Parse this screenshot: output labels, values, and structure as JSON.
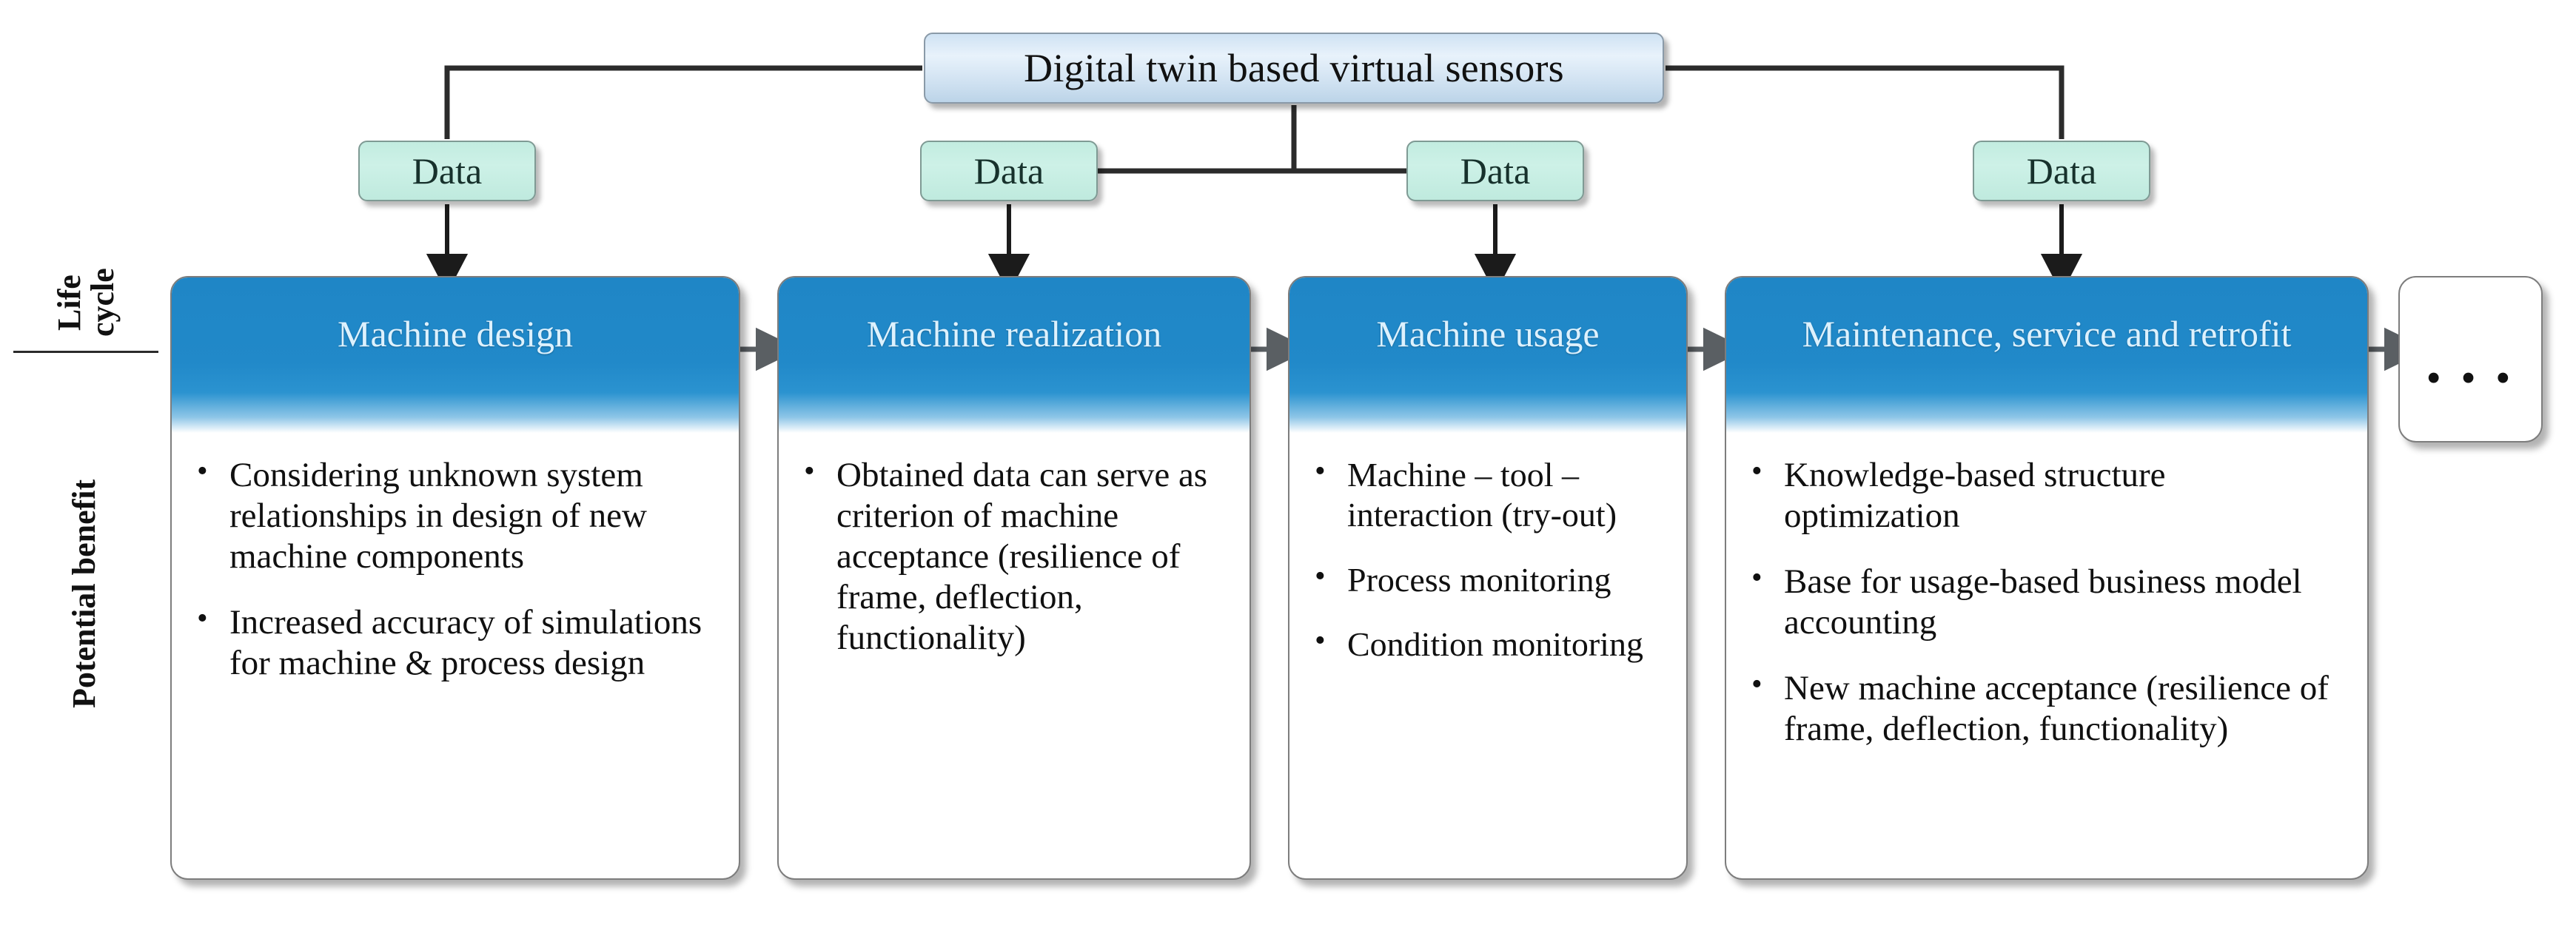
{
  "diagram": {
    "title_box": {
      "label": "Digital twin based virtual sensors"
    },
    "data_boxes": [
      {
        "label": "Data"
      },
      {
        "label": "Data"
      },
      {
        "label": "Data"
      },
      {
        "label": "Data"
      }
    ],
    "axis": {
      "life_cycle": "Life\ncycle",
      "potential_benefit": "Potential benefit"
    },
    "stages": [
      {
        "header": "Machine design",
        "bullets": [
          "Considering unknown system relationships in design of new machine components",
          "Increased accuracy of simulations for machine & process design"
        ]
      },
      {
        "header": "Machine\nrealization",
        "bullets": [
          "Obtained data can serve as criterion of machine acceptance (resilience of frame, deflection, functionality)"
        ]
      },
      {
        "header": "Machine\nusage",
        "bullets": [
          "Machine – tool – interaction (try-out)",
          "Process monitoring",
          "Condition monitoring"
        ]
      },
      {
        "header": "Maintenance, service and retrofit",
        "bullets": [
          "Knowledge-based structure optimization",
          "Base for usage-based business model accounting",
          "New machine acceptance (resilience of frame, deflection, functionality)"
        ]
      },
      {
        "header": "",
        "bullets": [],
        "ellipsis": "• • •"
      }
    ],
    "colors": {
      "title_box_fill": "#cfe2f3",
      "data_box_fill": "#c8efe3",
      "stage_header_fill": "#2189c9",
      "stage_header_text": "#ddf1fd",
      "connector": "#2b2b2b",
      "stage_arrow": "#5a5f63",
      "card_border": "#7d7d7d"
    }
  }
}
